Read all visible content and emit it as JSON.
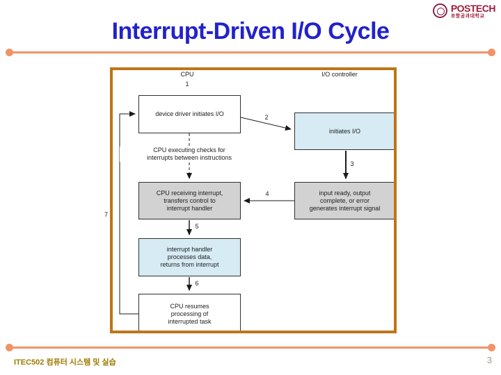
{
  "logo": {
    "name": "POSTECH",
    "subtitle": "포항공과대학교"
  },
  "title": "Interrupt-Driven I/O Cycle",
  "diagram": {
    "column_labels": {
      "cpu": "CPU",
      "io": "I/O controller"
    },
    "boxes": {
      "device_driver": "device driver initiates I/O",
      "initiates_io": "initiates I/O",
      "cpu_receiving": [
        "CPU receiving interrupt,",
        "transfers control to",
        "interrupt handler"
      ],
      "input_ready": [
        "input ready, output",
        "complete, or error",
        "generates interrupt signal"
      ],
      "interrupt_handler": [
        "interrupt handler",
        "processes data,",
        "returns from interrupt"
      ],
      "cpu_resumes": [
        "CPU resumes",
        "processing of",
        "interrupted task"
      ]
    },
    "annotations": {
      "checks": [
        "CPU executing checks for",
        "interrupts between instructions"
      ]
    },
    "step_labels": {
      "s1": "1",
      "s2": "2",
      "s3": "3",
      "s4": "4",
      "s5": "5",
      "s6": "6",
      "s7": "7"
    }
  },
  "footer": {
    "course": "ITEC502 컴퓨터 시스템 및 실습",
    "page": "3"
  },
  "colors": {
    "title_blue": "#2222cc",
    "diagram_border_brown": "#bf7417",
    "rule_salmon": "#f09468",
    "box_blue": "#d6ebf4",
    "box_gray": "#d2d2d2",
    "footer_gold": "#9c7b00",
    "logo_maroon": "#9f1c3c",
    "page_number_gray": "#9aa08a"
  }
}
